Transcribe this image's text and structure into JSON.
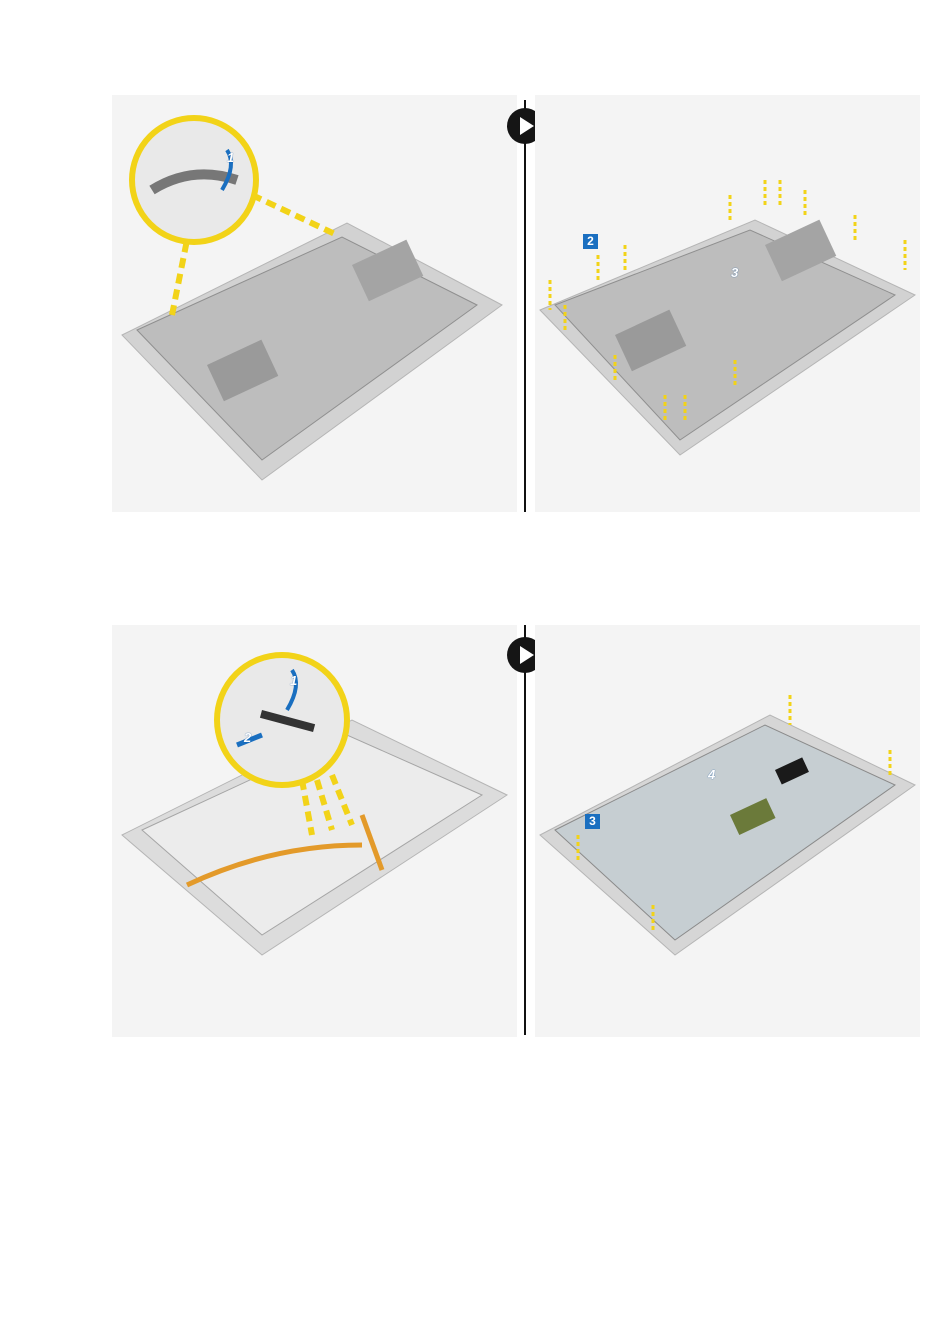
{
  "steps": [
    {
      "callouts": [
        "1"
      ]
    },
    {
      "callouts": [
        "2",
        "3"
      ]
    },
    {
      "callouts": [
        "1",
        "2"
      ]
    },
    {
      "callouts": [
        "3",
        "4"
      ]
    }
  ],
  "colors": {
    "accent": "#1a6fc0",
    "callout": "#e8d21a",
    "frame": "#c9c9c9"
  }
}
